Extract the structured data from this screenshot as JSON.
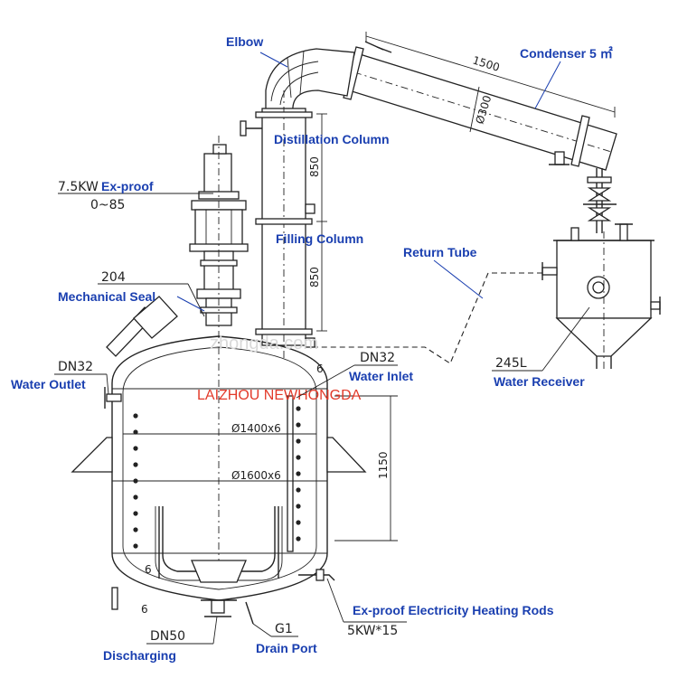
{
  "labels": {
    "elbow": "Elbow",
    "condenser": "Condenser 5 ㎡",
    "distillation_column": "Distillation Column",
    "filling_column": "Filling Column",
    "return_tube": "Return Tube",
    "mechanical_seal": "Mechanical Seal",
    "ex_proof": "Ex-proof",
    "water_outlet": "Water Outlet",
    "water_inlet": "Water Inlet",
    "water_receiver": "Water Receiver",
    "heating_rods": "Ex-proof Electricity Heating Rods",
    "discharging": "Discharging",
    "drain_port": "Drain Port"
  },
  "dimensions": {
    "condenser_length": "1500",
    "condenser_diameter": "Ø300",
    "column_upper": "850",
    "column_lower": "850",
    "motor_power": "7.5KW",
    "speed_range": "0~85",
    "seal_code": "204",
    "outlet_size": "DN32",
    "inlet_size": "DN32",
    "receiver_volume": "245L",
    "inner_shell": "Ø1400x6",
    "outer_shell": "Ø1600x6",
    "shell_height": "1150",
    "heater_rating": "5KW*15",
    "discharge_size": "DN50",
    "drain_size": "G1",
    "wall_top": "6",
    "wall_bottom_a": "6",
    "wall_bottom_b": "6"
  },
  "watermark": {
    "site": "zhongda.com",
    "brand": "LAIZHOU NEWHONGDA"
  }
}
